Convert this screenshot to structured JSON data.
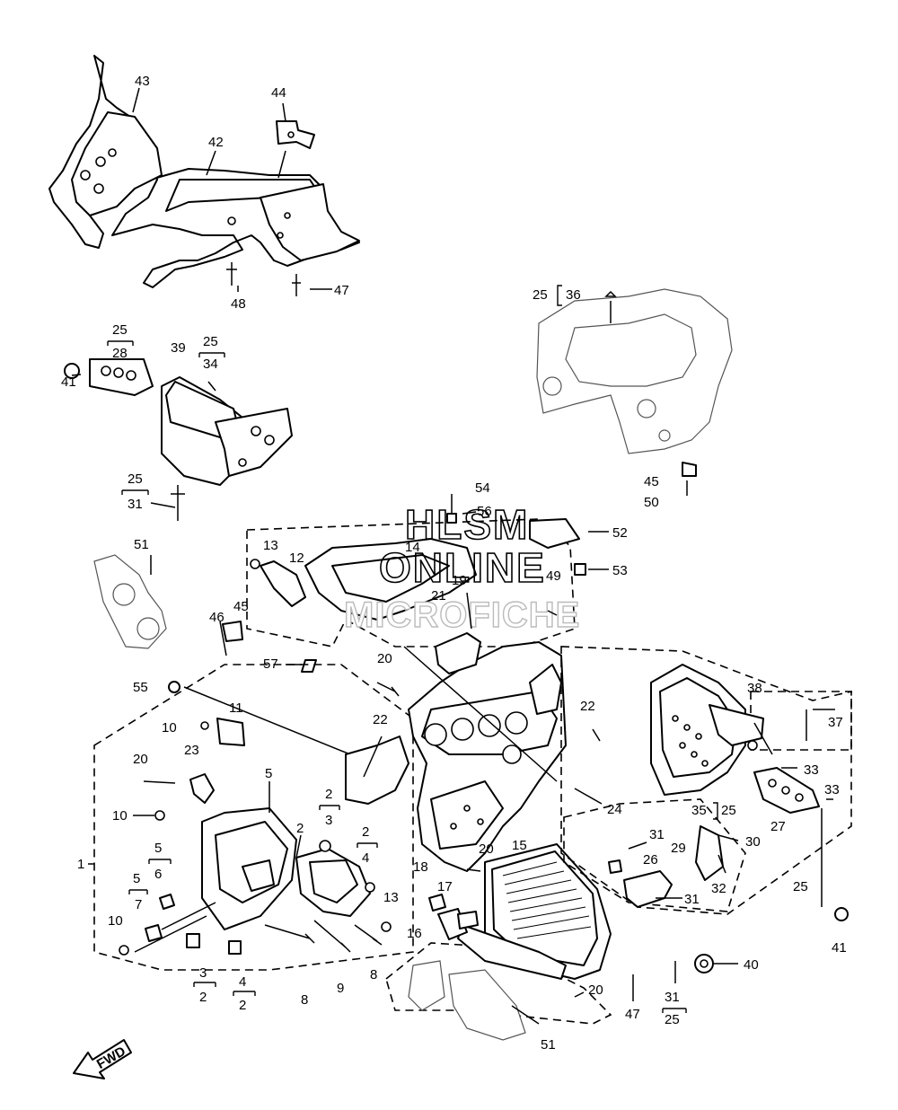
{
  "diagram": {
    "callouts": {
      "c1": "1",
      "c2a": "2",
      "c2b": "2",
      "c2c": "2",
      "c2d": "2",
      "c2e": "2",
      "c3a": "3",
      "c3b": "3",
      "c4a": "4",
      "c4b": "4",
      "c5a": "5",
      "c5b": "5",
      "c5c": "5",
      "c6": "6",
      "c7": "7",
      "c8a": "8",
      "c8b": "8",
      "c9": "9",
      "c10a": "10",
      "c10b": "10",
      "c10c": "10",
      "c11": "11",
      "c12": "12",
      "c13a": "13",
      "c13b": "13",
      "c14": "14",
      "c15": "15",
      "c16": "16",
      "c17": "17",
      "c18": "18",
      "c19": "19",
      "c20a": "20",
      "c20b": "20",
      "c20c": "20",
      "c20d": "20",
      "c21": "21",
      "c22a": "22",
      "c22b": "22",
      "c23": "23",
      "c24": "24",
      "c25a": "25",
      "c25b": "25",
      "c25c": "25",
      "c25d": "25",
      "c25e": "25",
      "c25f": "25",
      "c25g": "25",
      "c26": "26",
      "c27": "27",
      "c28": "28",
      "c29": "29",
      "c30": "30",
      "c31a": "31",
      "c31b": "31",
      "c31c": "31",
      "c31d": "31",
      "c32": "32",
      "c33a": "33",
      "c33b": "33",
      "c34": "34",
      "c35": "35",
      "c36": "36",
      "c37": "37",
      "c38": "38",
      "c39": "39",
      "c40": "40",
      "c41a": "41",
      "c41b": "41",
      "c42": "42",
      "c43": "43",
      "c44": "44",
      "c45a": "45",
      "c45b": "45",
      "c46": "46",
      "c47a": "47",
      "c47b": "47",
      "c48": "48",
      "c49": "49",
      "c50": "50",
      "c51a": "51",
      "c51b": "51",
      "c52": "52",
      "c53": "53",
      "c54": "54",
      "c55": "55",
      "c56": "56",
      "c57": "57"
    },
    "watermark": {
      "line1": "HLSM",
      "line2": "ONLINE",
      "line3": "MICROFICHE"
    },
    "direction_label": "FWD"
  }
}
